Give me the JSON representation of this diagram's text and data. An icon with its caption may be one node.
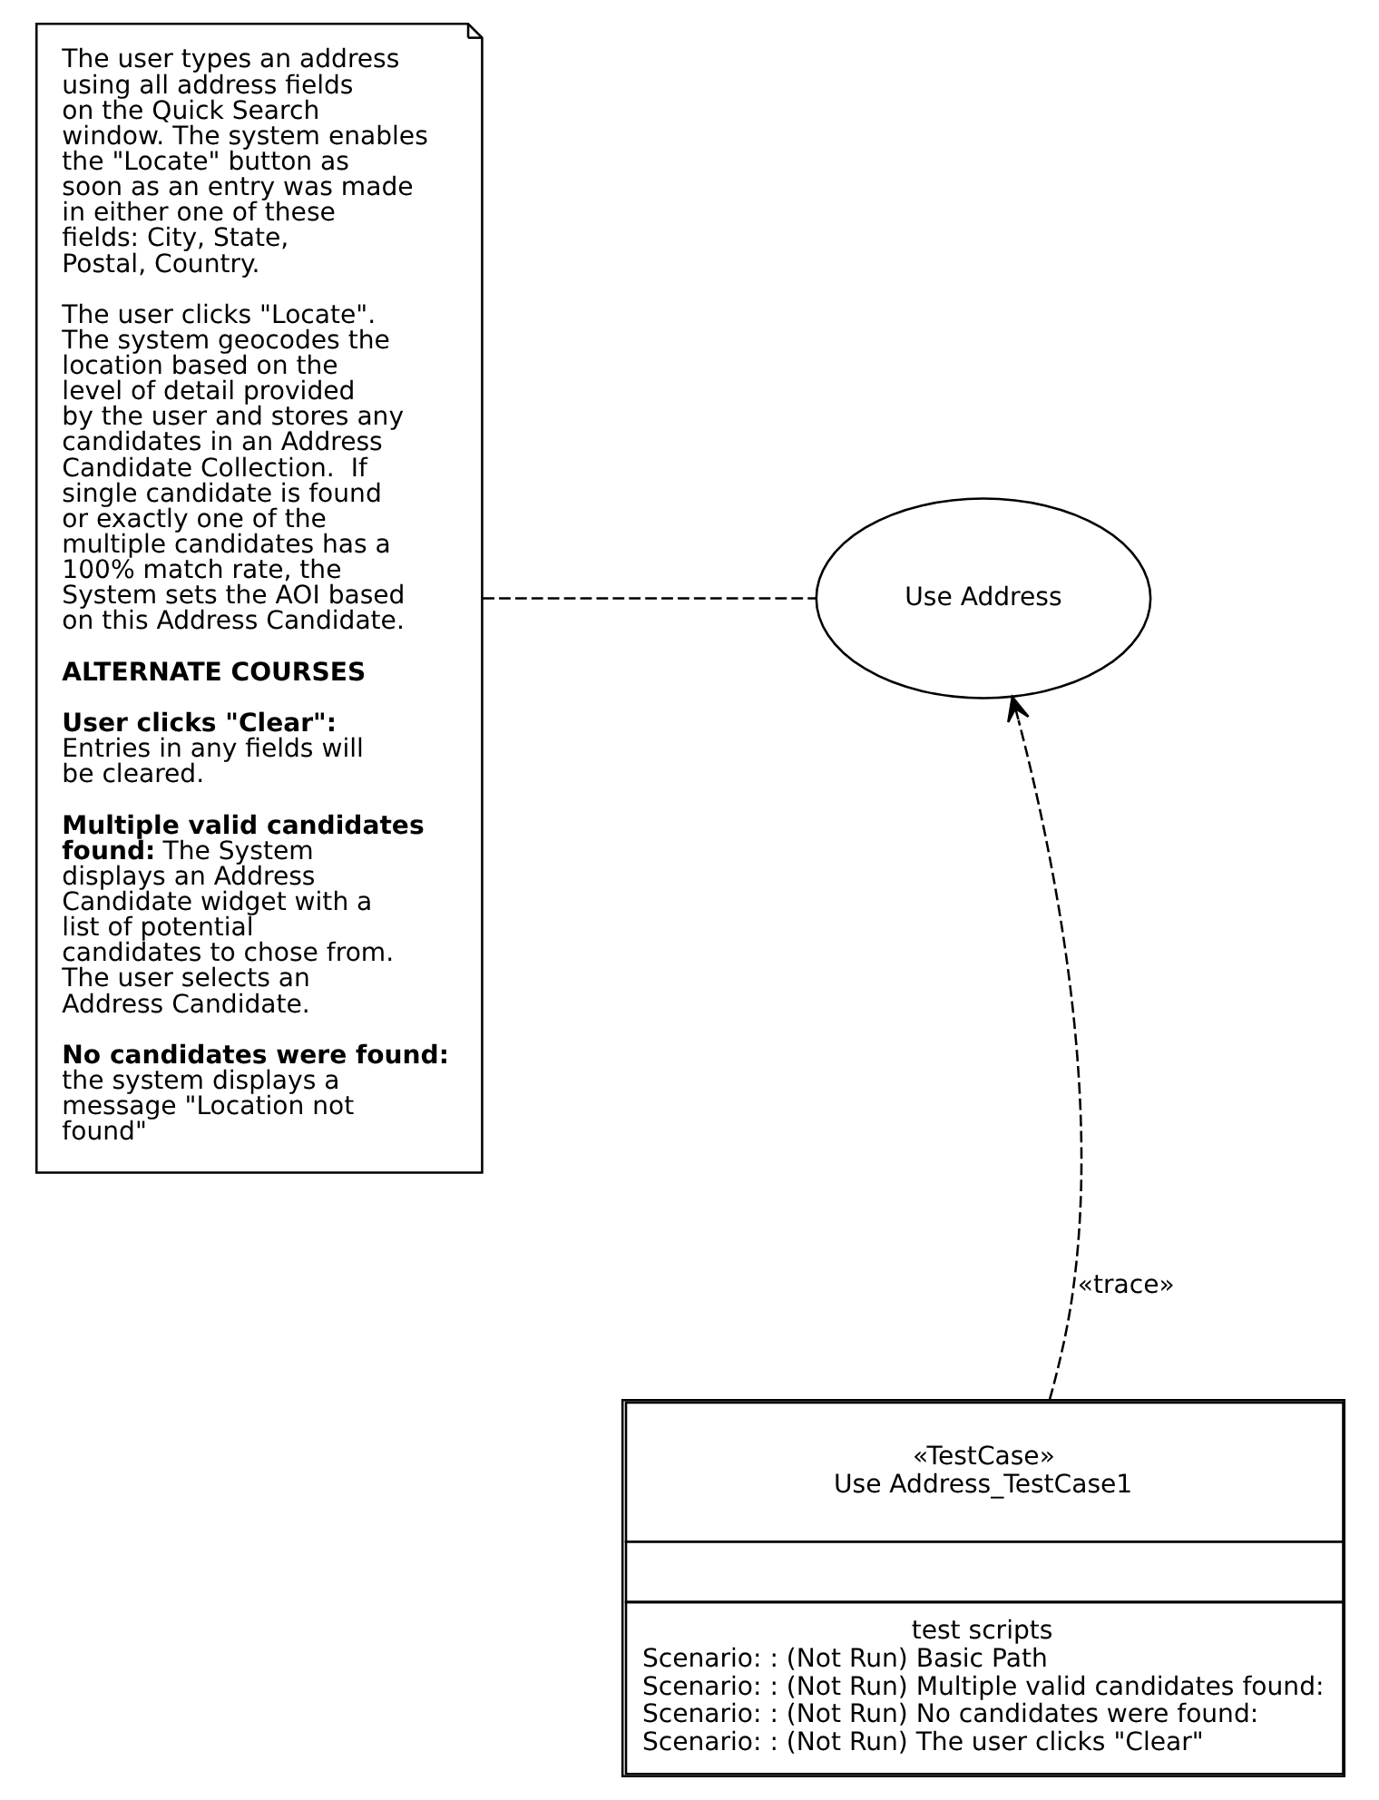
{
  "diagram": {
    "nodes": [
      {
        "text": [
          "The user types an address using all address fields on the Quick Search window. The system enables the \"Locate\" button as soon as an entry was made in either one of these fields: City, State, Postal, Country.",
          "The user clicks \"Locate\". The system geocodes the location based on the level of detail provided by the user and stores any candidates in an Address Candidate Collection.  If single candidate is found or exactly one of the multiple candidates has a 100% match rate, the System sets the AOI based on this Address Candidate.",
          "**ALTERNATE COURSES**",
          "**User clicks \"Clear\":** Entries in any fields will be cleared.",
          "**Multiple valid candidates found:** The System displays an Address Candidate widget with a list of potential candidates to chose from. The user selects an Address Candidate.",
          "**No candidates were found:** the system displays a message \"Location not found\""
        ]
      },
      {
        "text": [
          "Use Address"
        ]
      },
      {
        "text": [
          "«TestCase»",
          "Use Address_TestCase1",
          "test scripts",
          "Scenario: : (Not Run) Basic Path",
          "Scenario: : (Not Run) Multiple valid candidates found:",
          "Scenario: : (Not Run) No candidates were found:",
          "Scenario: : (Not Run) The user clicks \"Clear\""
        ]
      }
    ],
    "edges": [
      {
        "from": 0,
        "to": 1,
        "arrow": "none",
        "style": "dashed"
      },
      {
        "from": 2,
        "to": 1,
        "arrow": "to",
        "style": "dashed",
        "label": "«trace»"
      }
    ]
  }
}
